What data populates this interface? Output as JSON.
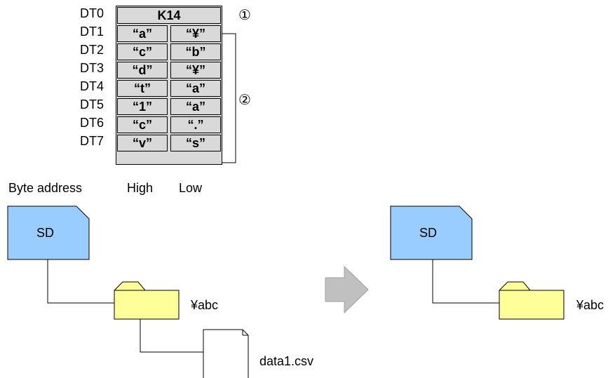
{
  "registers": [
    {
      "name": "DT0",
      "merged": "K14"
    },
    {
      "name": "DT1",
      "high": "“a”",
      "low": "“¥”"
    },
    {
      "name": "DT2",
      "high": "“c”",
      "low": "“b”"
    },
    {
      "name": "DT3",
      "high": "“d”",
      "low": "“¥”"
    },
    {
      "name": "DT4",
      "high": "“t”",
      "low": "“a”"
    },
    {
      "name": "DT5",
      "high": "“1”",
      "low": "“a”"
    },
    {
      "name": "DT6",
      "high": "“c”",
      "low": "“.”"
    },
    {
      "name": "DT7",
      "high": "“v”",
      "low": "“s”"
    }
  ],
  "headers": {
    "byte_address": "Byte address",
    "high": "High",
    "low": "Low"
  },
  "markers": {
    "one": "①",
    "two": "②"
  },
  "before": {
    "drive": "SD",
    "folder": "¥abc",
    "file": "data1.csv"
  },
  "after": {
    "drive": "SD",
    "folder": "¥abc"
  },
  "colors": {
    "cell_bg": "#d9d9d9",
    "sd_blue": "#99ccff",
    "folder_yellow": "#ffff99",
    "arrow_gray": "#c0c0c0"
  }
}
